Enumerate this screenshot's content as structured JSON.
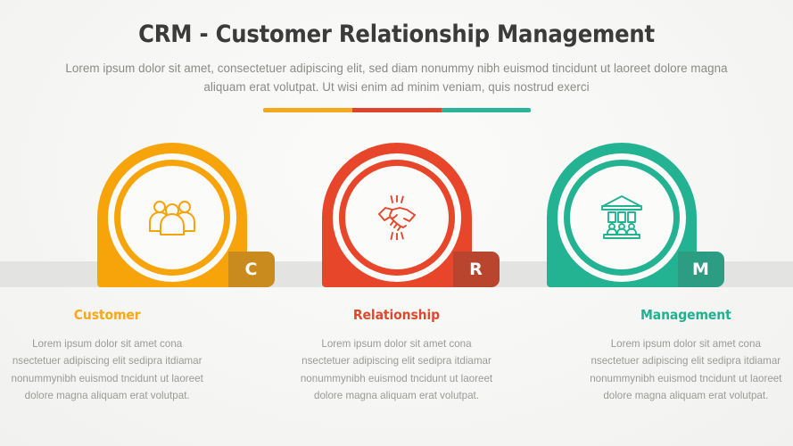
{
  "header": {
    "title": "CRM - Customer Relationship Management",
    "subtitle": "Lorem ipsum dolor sit amet, consectetuer adipiscing elit, sed diam nonummy nibh euismod tincidunt ut laoreet dolore magna aliquam erat volutpat. Ut wisi enim ad minim veniam, quis nostrud exerci"
  },
  "divider": {
    "segments": [
      {
        "color": "#F5A81C"
      },
      {
        "color": "#E0452B"
      },
      {
        "color": "#2BB49A"
      }
    ]
  },
  "band": {
    "color": "#e3e3e1"
  },
  "cards": [
    {
      "id": "customer",
      "letter": "C",
      "heading": "Customer",
      "body": "Lorem ipsum dolor sit amet cona nsectetuer adipiscing elit sedipra itdiamar nonummynibh euismod tncidunt ut laoreet dolore magna aliquam erat volutpat.",
      "color": "#F7A40B",
      "badge_color": "#C98A1E",
      "heading_color": "#F5A81C",
      "icon": "users-icon"
    },
    {
      "id": "relationship",
      "letter": "R",
      "heading": "Relationship",
      "body": "Lorem ipsum dolor sit amet cona nsectetuer adipiscing elit sedipra itdiamar nonummynibh euismod tncidunt ut laoreet dolore magna aliquam erat volutpat.",
      "color": "#E8462A",
      "badge_color": "#B9452F",
      "heading_color": "#DC4A2E",
      "icon": "handshake-icon"
    },
    {
      "id": "management",
      "letter": "M",
      "heading": "Management",
      "body": "Lorem ipsum dolor sit amet cona nsectetuer adipiscing elit sedipra itdiamar nonummynibh euismod tncidunt ut laoreet dolore magna aliquam erat volutpat.",
      "color": "#24B392",
      "badge_color": "#2C9D82",
      "heading_color": "#22B08F",
      "icon": "bank-icon"
    }
  ]
}
